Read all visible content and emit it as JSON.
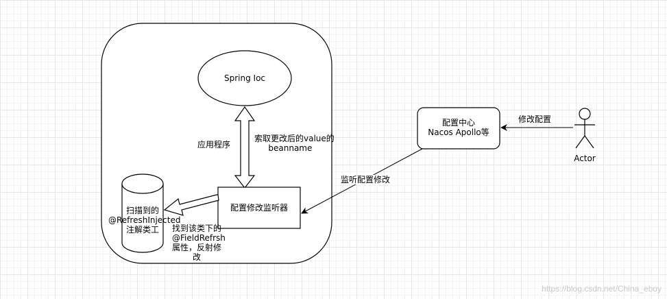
{
  "diagram": {
    "app_container_label": "应用程序",
    "spring_ioc": "Spring Ioc",
    "listener": "配置修改监听器",
    "config_center": {
      "line1": "配置中心",
      "line2": "Nacos Apollo等"
    },
    "actor": "Actor",
    "edge_modify": "修改配置",
    "edge_listen": "监听配置修改",
    "edge_fetch": {
      "line1": "索取更改后的value的",
      "line2": "beanname"
    },
    "db_label": {
      "line1": "扫描到的",
      "line2": "@RefreshInjected",
      "line3": "注解类工"
    },
    "edge_reflect": {
      "line1": "找到该类下的",
      "line2": "@FieldRefrsh",
      "line3": "属性，反射修",
      "line4": "改"
    }
  },
  "watermark": "https://blog.csdn.net/China_eboy",
  "colors": {
    "stroke": "#000000",
    "fill": "#ffffff",
    "grid": "#e6e6e6",
    "watermark": "#c8c8c8"
  }
}
